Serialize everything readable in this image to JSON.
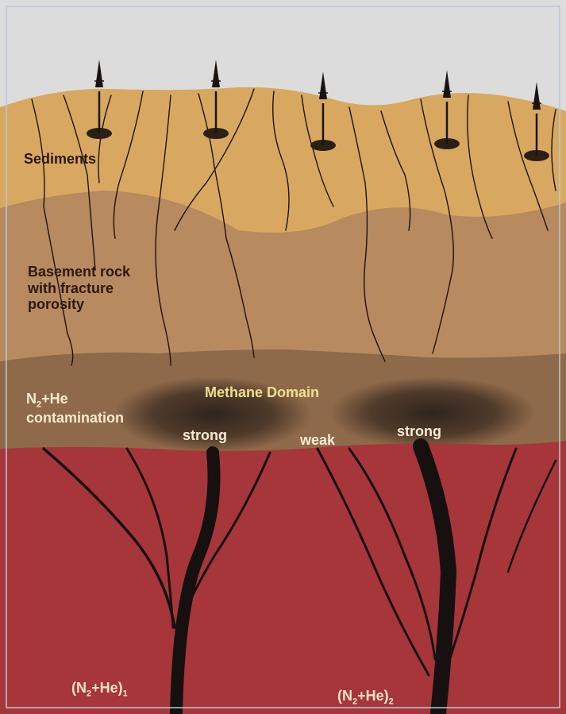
{
  "labels": {
    "sediments": "Sediments",
    "basement_line1": "Basement rock",
    "basement_line2": "with fracture",
    "basement_line3": "porosity",
    "contam_n": "N",
    "contam_sub": "2",
    "contam_rest": "+He",
    "contam_line2": "contamination",
    "methane_domain": "Methane Domain",
    "strong_left": "strong",
    "weak": "weak",
    "strong_right": "strong",
    "gas1_open": "(N",
    "gas1_sub": "2",
    "gas1_mid": "+He)",
    "gas1_index": "1",
    "gas2_open": "(N",
    "gas2_sub": "2",
    "gas2_mid": "+He)",
    "gas2_index": "2"
  },
  "colors": {
    "sky": "#dcdcdc",
    "sediments": "#d9a860",
    "basement": "#b78a60",
    "methane_zone": "#8f6a4a",
    "deep_crust": "#a6363a",
    "fracture": "#1c1410"
  },
  "icons": [
    "drilling-rig-icon"
  ]
}
